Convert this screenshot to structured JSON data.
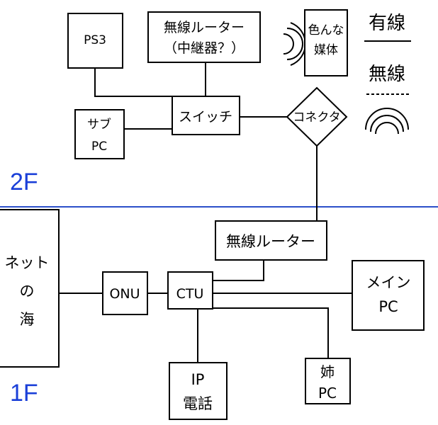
{
  "floors": {
    "upper": "2F",
    "lower": "1F",
    "color": "#1a3fd8",
    "divider_color": "#2b4fc9"
  },
  "nodes": {
    "ps3": "PS3",
    "wireless_router_relay": [
      "無線ルーター",
      "（中継器？）"
    ],
    "various_media": [
      "色んな",
      "媒体"
    ],
    "sub_pc": [
      "サブ",
      "PC"
    ],
    "switch": "スイッチ",
    "connector": "コネクタ",
    "wireless_router": "無線ルーター",
    "internet_sea": [
      "ネット",
      "の",
      "海"
    ],
    "onu": "ONU",
    "ctu": "CTU",
    "main_pc": [
      "メイン",
      "PC"
    ],
    "ip_phone": [
      "IP",
      "電話"
    ],
    "sister_pc": [
      "姉",
      "PC"
    ]
  },
  "legend": {
    "wired": "有線",
    "wireless": "無線"
  },
  "icons": {
    "wireless_signal": "wireless-waves-icon"
  }
}
